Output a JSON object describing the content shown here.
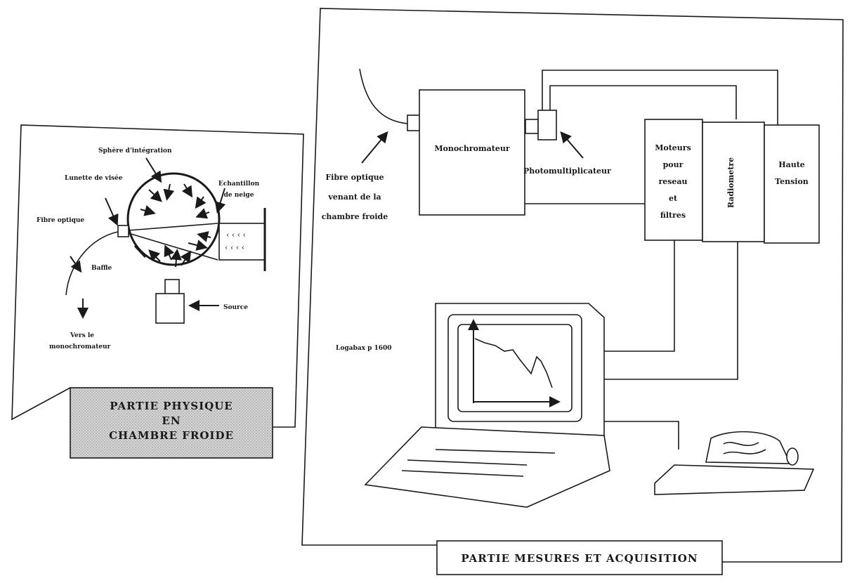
{
  "left_panel": {
    "labels": {
      "sphere": "Sphère d'intégration",
      "scope": "Lunette de visée",
      "sample_line1": "Echantillon",
      "sample_line2": "de neige",
      "fiber": "Fibre optique",
      "baffle": "Baffle",
      "source": "Source",
      "to_mono_line1": "Vers le",
      "to_mono_line2": "monochromateur"
    },
    "title_lines": [
      "PARTIE PHYSIQUE",
      "EN",
      "CHAMBRE FROIDE"
    ]
  },
  "right_panel": {
    "labels": {
      "fiber_line1": "Fibre optique",
      "fiber_line2": "venant de la",
      "fiber_line3": "chambre froide",
      "monochromator": "Monochromateur",
      "photomultiplier": "Photomultiplicateur",
      "motors": [
        "Moteurs",
        "pour",
        "reseau",
        "et",
        "filtres"
      ],
      "radiometer": "Radiometre",
      "high_voltage": [
        "Haute",
        "Tension"
      ],
      "computer": "Logabax p 1600"
    },
    "title": "PARTIE MESURES ET ACQUISITION"
  }
}
